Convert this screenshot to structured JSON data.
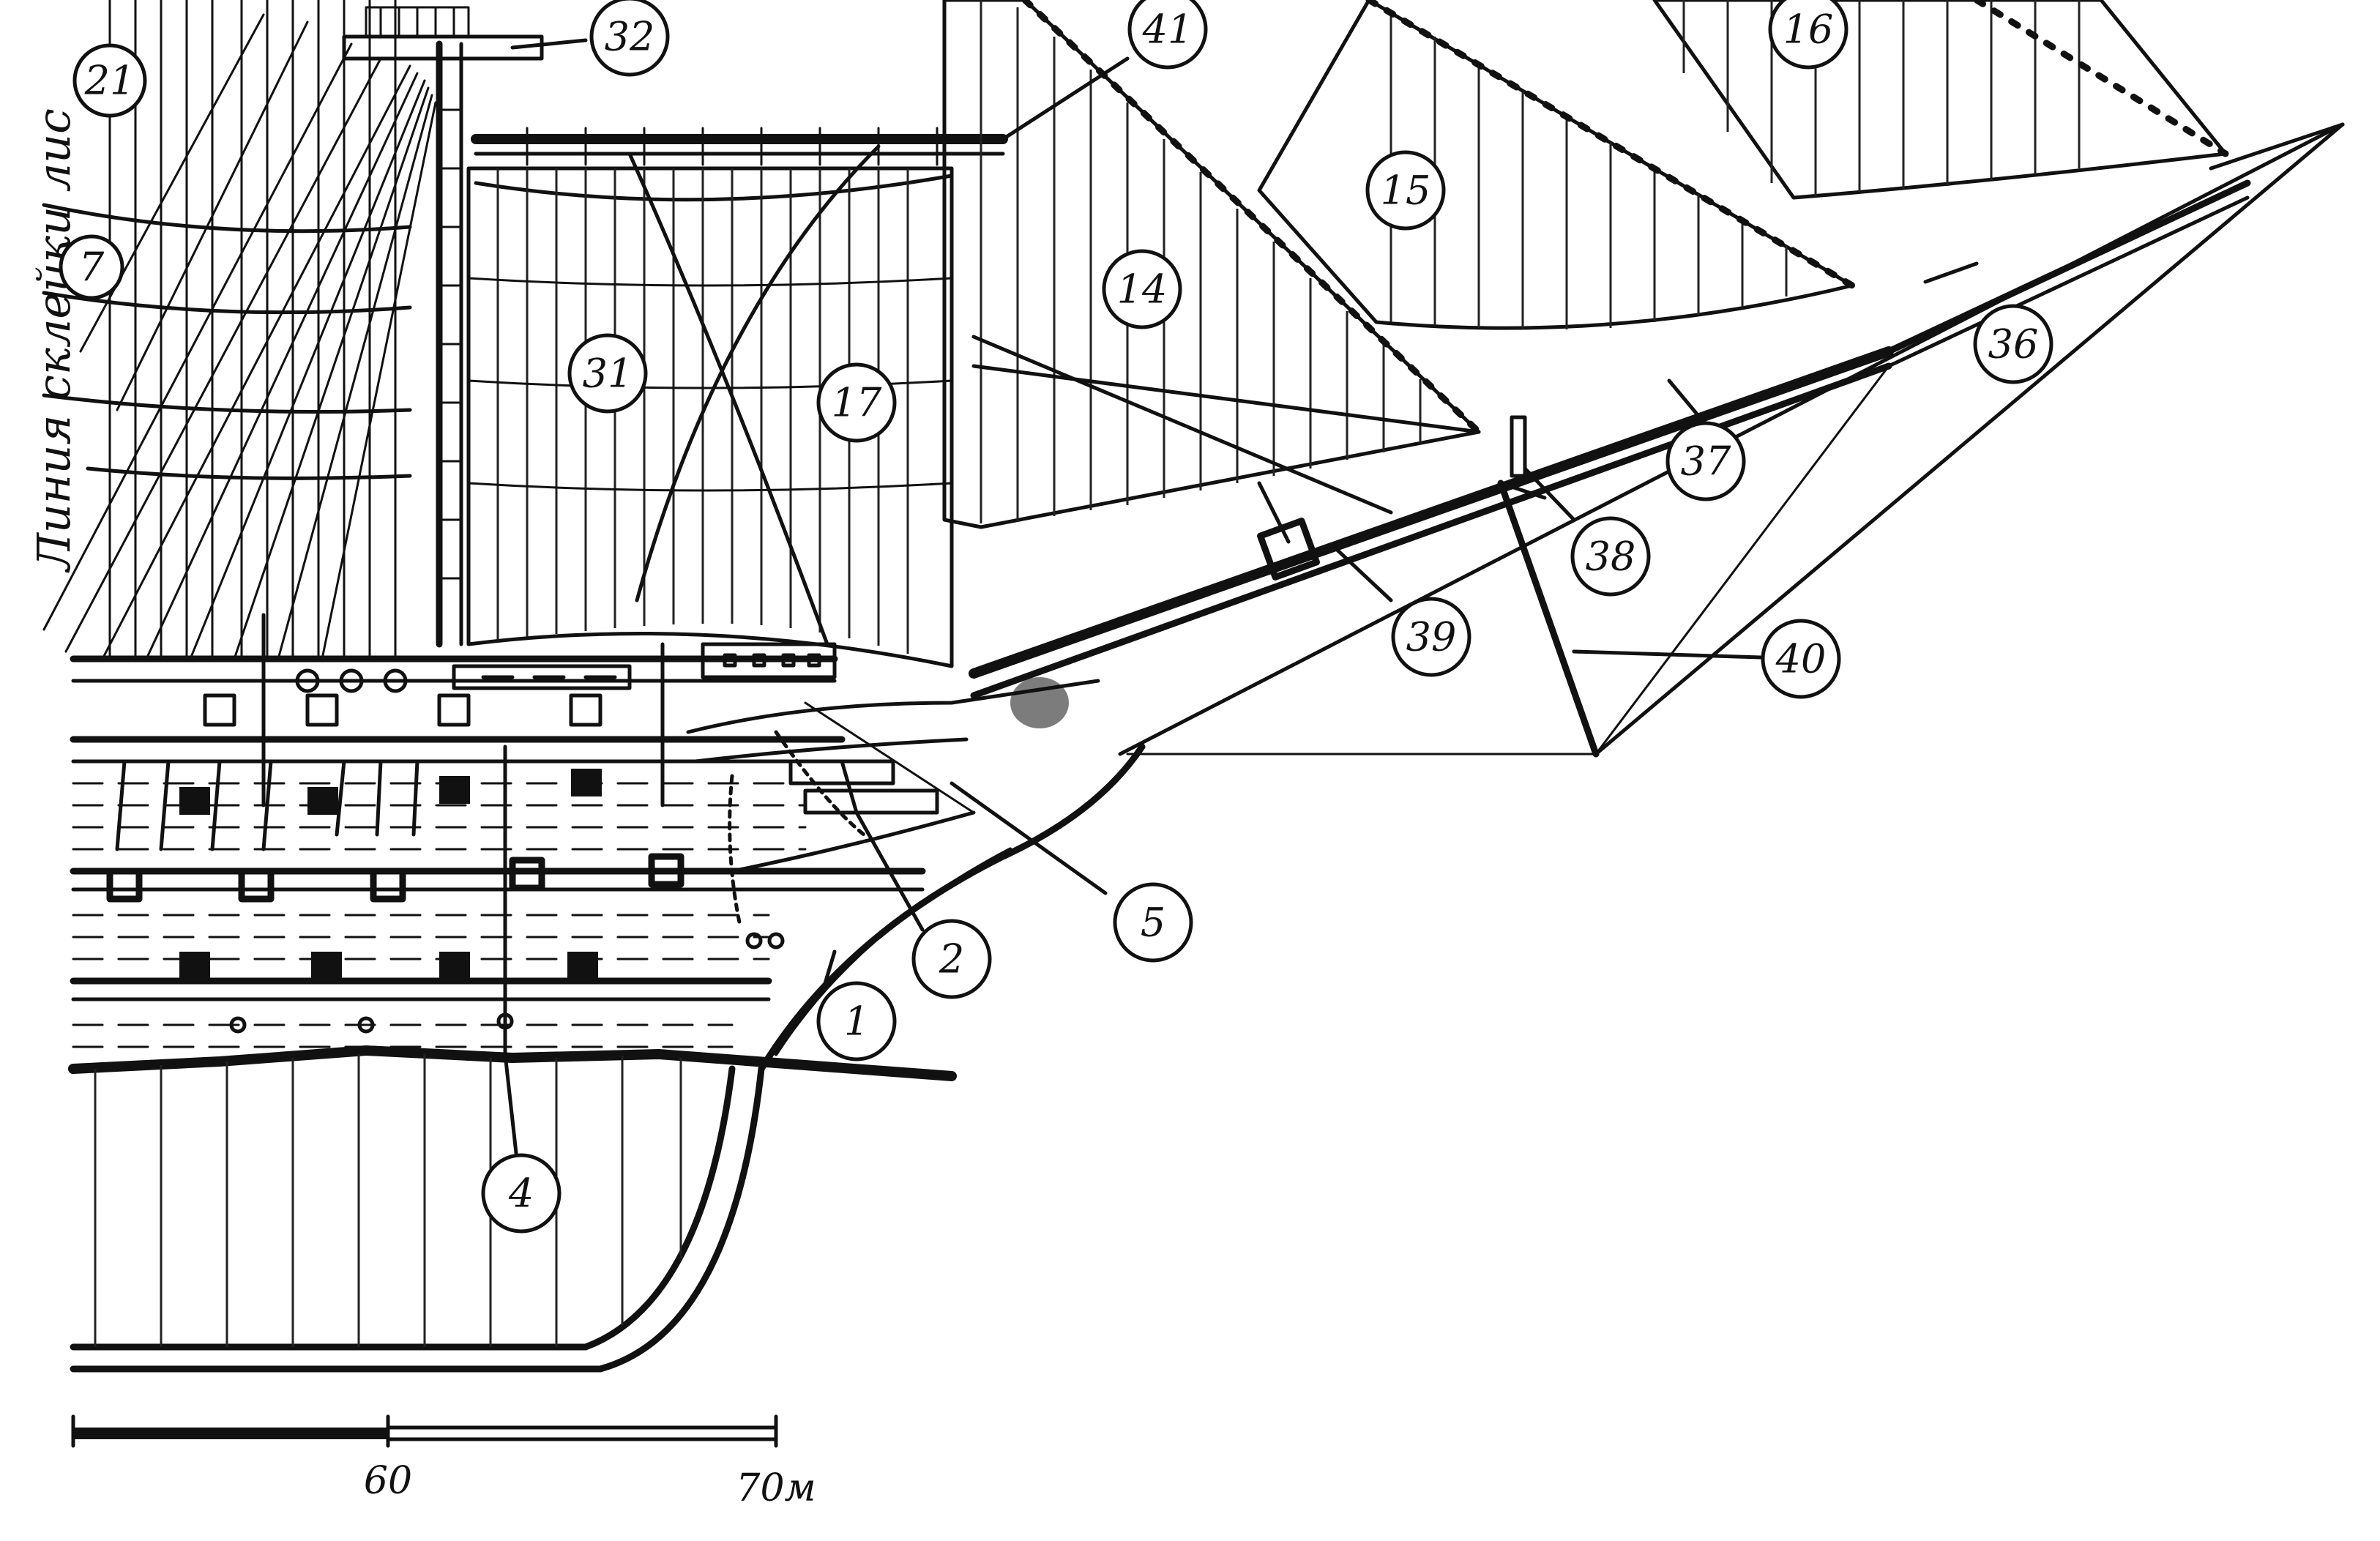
{
  "drawing": {
    "side_note": "Линия склейки лис",
    "callouts": [
      {
        "id": "c21",
        "label": "21"
      },
      {
        "id": "c32",
        "label": "32"
      },
      {
        "id": "c41",
        "label": "41"
      },
      {
        "id": "c16",
        "label": "16"
      },
      {
        "id": "c15",
        "label": "15"
      },
      {
        "id": "c14",
        "label": "14"
      },
      {
        "id": "c31",
        "label": "31"
      },
      {
        "id": "c17",
        "label": "17"
      },
      {
        "id": "c36",
        "label": "36"
      },
      {
        "id": "c37",
        "label": "37"
      },
      {
        "id": "c38",
        "label": "38"
      },
      {
        "id": "c39",
        "label": "39"
      },
      {
        "id": "c40",
        "label": "40"
      },
      {
        "id": "c5",
        "label": "5"
      },
      {
        "id": "c2",
        "label": "2"
      },
      {
        "id": "c1",
        "label": "1"
      },
      {
        "id": "c4",
        "label": "4"
      },
      {
        "id": "c7",
        "label": "7"
      }
    ],
    "scale": {
      "tick_60": "60",
      "tick_70": "70м"
    }
  }
}
